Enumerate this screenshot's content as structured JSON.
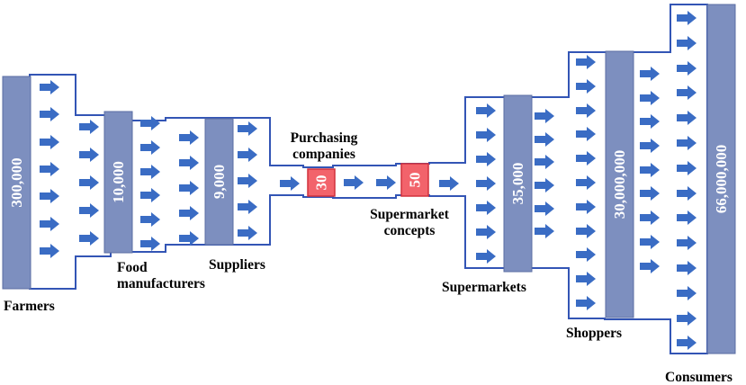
{
  "colors": {
    "outline": "#3355b5",
    "arrow": "#3a6cc4",
    "bar": "#7d8fbf",
    "bar_border": "#5a6da3",
    "highlight_bar": "#f2636b",
    "highlight_border": "#d2323c",
    "value_text": "#ffffff",
    "label_text": "#000000"
  },
  "stages": [
    {
      "id": "farmers",
      "label": [
        "Farmers"
      ],
      "value": "300,000",
      "icon": "bar-icon"
    },
    {
      "id": "food-manufacturers",
      "label": [
        "Food",
        "manufacturers"
      ],
      "value": "10,000",
      "icon": "bar-icon"
    },
    {
      "id": "suppliers",
      "label": [
        "Suppliers"
      ],
      "value": "9,000",
      "icon": "bar-icon"
    },
    {
      "id": "purchasing-companies",
      "label": [
        "Purchasing",
        "companies"
      ],
      "value": "30",
      "icon": "bar-icon",
      "highlight": true
    },
    {
      "id": "supermarket-concepts",
      "label": [
        "Supermarket",
        "concepts"
      ],
      "value": "50",
      "icon": "bar-icon",
      "highlight": true
    },
    {
      "id": "supermarkets",
      "label": [
        "Supermarkets"
      ],
      "value": "35,000",
      "icon": "bar-icon"
    },
    {
      "id": "shoppers",
      "label": [
        "Shoppers"
      ],
      "value": "30,000,000",
      "icon": "bar-icon"
    },
    {
      "id": "consumers",
      "label": [
        "Consumers"
      ],
      "value": "66,000,000",
      "icon": "bar-icon"
    }
  ]
}
